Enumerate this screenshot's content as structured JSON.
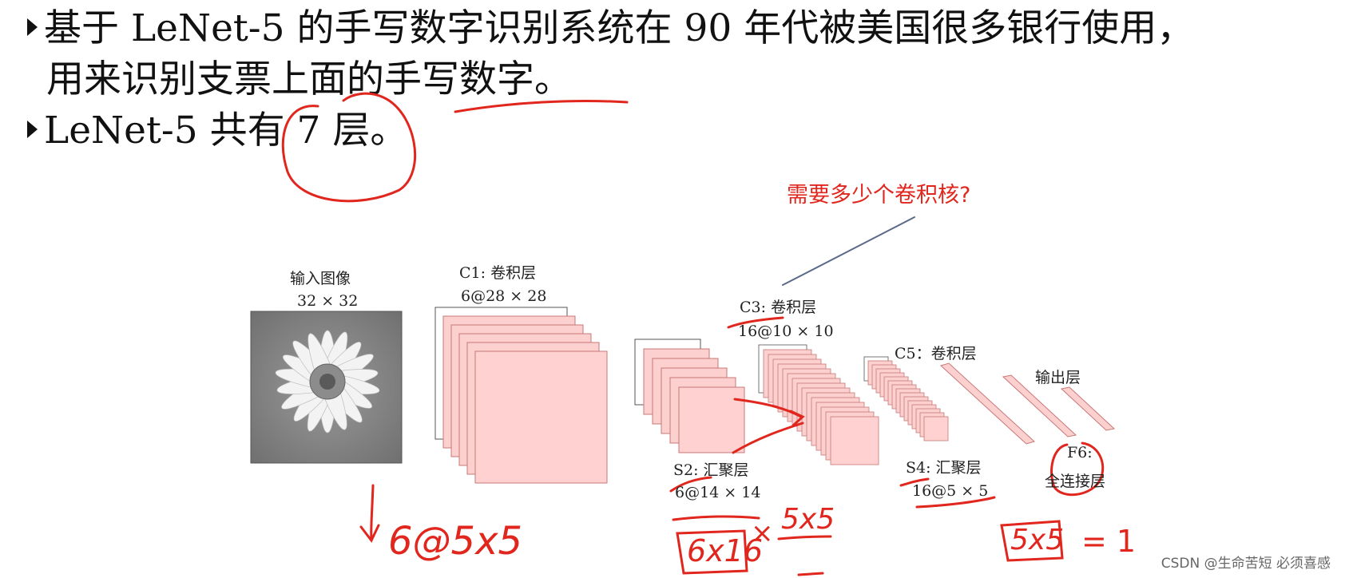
{
  "slide": {
    "bullet1_line1": "基于 LeNet-5 的手写数字识别系统在 90 年代被美国很多银行使用，",
    "bullet1_line2": "用来识别支票上面的手写数字。",
    "bullet2": "LeNet-5 共有 7 层。"
  },
  "diagram": {
    "input_title": "输入图像",
    "input_size": "32 × 32",
    "c1_title": "C1: 卷积层",
    "c1_size": "6@28 × 28",
    "s2_title": "S2: 汇聚层",
    "s2_size": "6@14 × 14",
    "c3_title": "C3: 卷积层",
    "c3_size": "16@10 × 10",
    "s4_title": "S4: 汇聚层",
    "s4_size": "16@5 × 5",
    "c5_title": "C5：卷积层",
    "f6_title": "F6:",
    "f6_sub": "全连接层",
    "output_title": "输出层"
  },
  "annotations": {
    "question": "需要多少个卷积核?",
    "input_kernel": "6@5x5",
    "s2_kernel_a": "6x16",
    "s2_kernel_times": "×",
    "s2_kernel_b": "5x5",
    "s4_kernel": "5x5",
    "s4_equals": "= 1"
  },
  "watermark": "CSDN @生命苦短 必须喜感",
  "colors": {
    "feature_fill": "#fbd0cf",
    "feature_stroke": "#c97877",
    "annotation_red": "#e0261d"
  }
}
